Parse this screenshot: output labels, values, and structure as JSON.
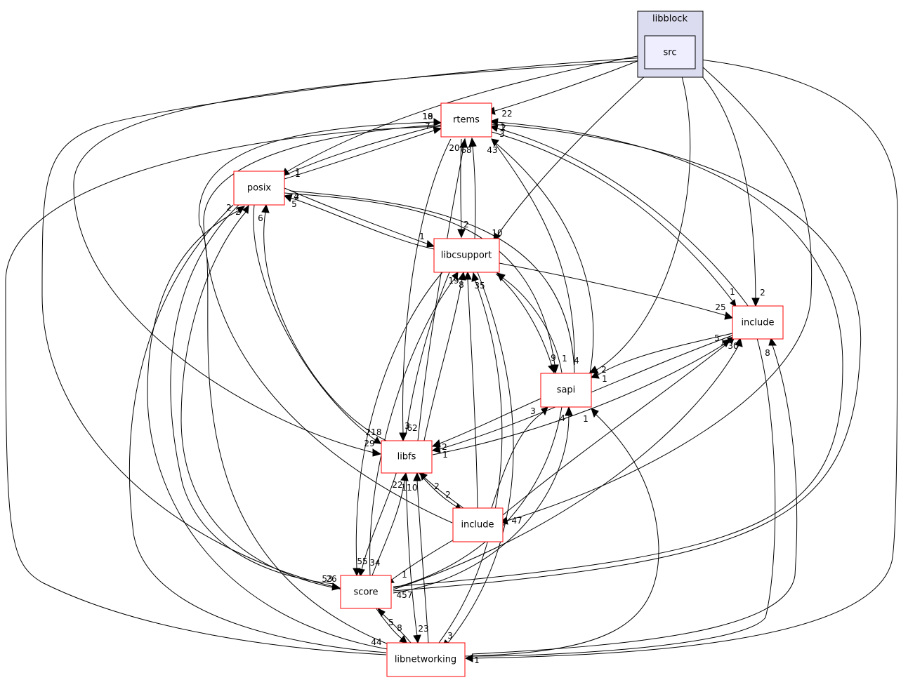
{
  "cluster": {
    "label": "libblock"
  },
  "nodes": {
    "src": "src",
    "rtems": "rtems",
    "posix": "posix",
    "libcsupport": "libcsupport",
    "include_right": "include",
    "sapi": "sapi",
    "libfs": "libfs",
    "include_mid": "include",
    "score": "score",
    "libnetworking": "libnetworking"
  },
  "edge_labels": [
    "22",
    "19",
    "18",
    "7",
    "1",
    "2",
    "3",
    "20",
    "68",
    "43",
    "1",
    "1",
    "2",
    "2",
    "2",
    "4",
    "5",
    "6",
    "1",
    "10",
    "2",
    "1",
    "25",
    "2",
    "5",
    "1",
    "30",
    "8",
    "2",
    "1",
    "9",
    "1",
    "4",
    "3",
    "4",
    "1",
    "2",
    "1",
    "218",
    "29",
    "3",
    "62",
    "19",
    "8",
    "35",
    "22",
    "110",
    "2",
    "2",
    "47",
    "55",
    "34",
    "1",
    "53",
    "26",
    "457",
    "5",
    "8",
    "23",
    "44",
    "3",
    "1"
  ]
}
